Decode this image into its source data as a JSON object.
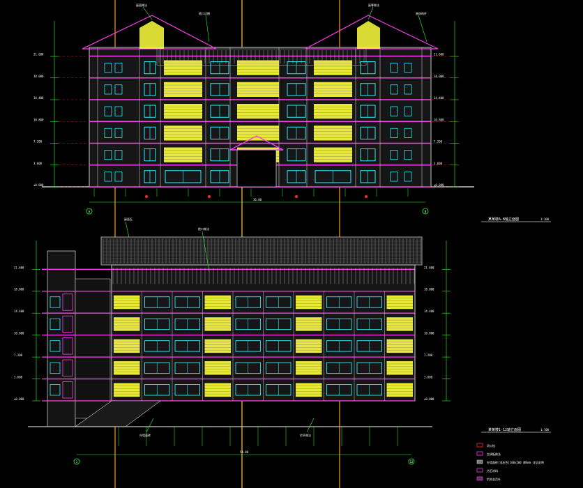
{
  "drawing": {
    "elevation_top": {
      "title": "某某楼A-B轴立面图",
      "scale": "1:100",
      "total_dim": "36.00",
      "axis_left": "A",
      "axis_right": "B",
      "levels": [
        "±0.000",
        "3.600",
        "7.200",
        "10.800",
        "14.400",
        "18.000",
        "21.600"
      ],
      "callouts": [
        "屋面做法",
        "檐口详图",
        "屋脊做法",
        "装饰构件"
      ],
      "floors": 6
    },
    "elevation_bottom": {
      "title": "某某楼1-12轴立面图",
      "scale": "1:100",
      "total_dim": "54.00",
      "axis_left": "1",
      "axis_right": "12",
      "levels": [
        "±0.000",
        "3.600",
        "7.200",
        "10.800",
        "14.400",
        "18.000",
        "21.600"
      ],
      "callouts": [
        "屋面瓦",
        "檐口做法",
        "外墙面砖",
        "栏杆做法"
      ],
      "floors": 6
    },
    "legend": {
      "items": [
        {
          "label": "消火栓",
          "color": "#ff2d2d"
        },
        {
          "label": "空调板做法",
          "color": "#ff3df0"
        },
        {
          "label": "外墙面砖(浅灰色)100x200 厚8mm 详见说明",
          "color": "#c8c8c8"
        },
        {
          "label": "仿石涂料",
          "color": "#ff3df0"
        },
        {
          "label": "铝合金百叶",
          "color": "#ff3df0"
        }
      ]
    },
    "colors": {
      "background": "#000000",
      "wall_grid": "#c8c8c8",
      "slab": "#ff3df0",
      "window": "#25f0ff",
      "louver": "#ffff3c",
      "dim_green": "#2bff2b",
      "level_red": "#ff2d2d",
      "axis_orange": "#ff9a1a"
    }
  }
}
